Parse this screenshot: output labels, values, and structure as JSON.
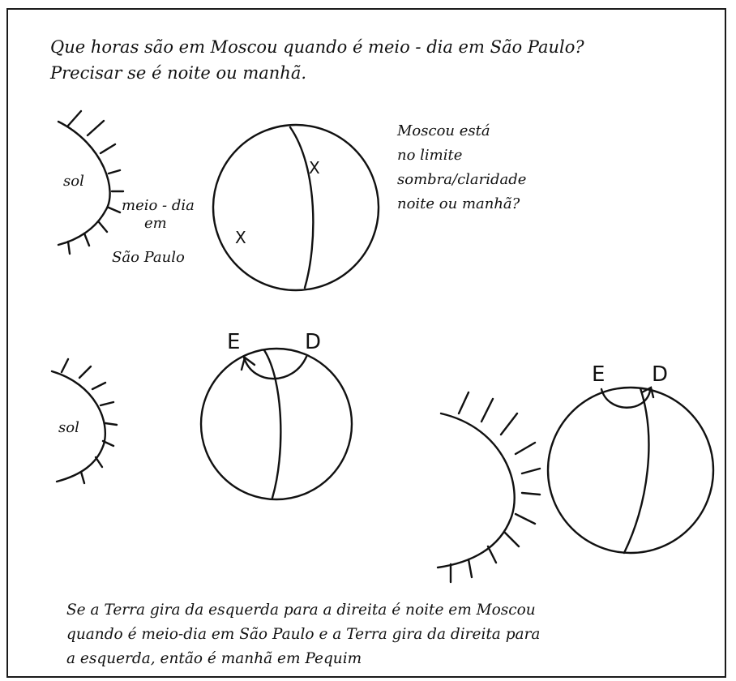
{
  "question": {
    "line1": "Que horas são em Moscou quando é meio - dia em São Paulo?",
    "line2": "Precisar se é noite ou manhã."
  },
  "figure_top": {
    "sun_label": "sol",
    "noon_label_line1": "meio - dia",
    "noon_label_line2": "em",
    "place_label": "São Paulo",
    "marker_moscow": "X",
    "marker_sao_paulo": "X",
    "note_line1": "Moscou está",
    "note_line2": "no limite",
    "note_line3": "sombra/claridade",
    "note_line4": "noite ou manhã?"
  },
  "figure_middle": {
    "sun_label": "sol",
    "left_letter": "E",
    "right_letter": "D"
  },
  "figure_right": {
    "left_letter": "E",
    "right_letter": "D"
  },
  "conclusion": {
    "line1": "Se a Terra gira da esquerda para a direita é noite em Moscou",
    "line2": "quando é meio-dia em São Paulo e a Terra gira da direita para",
    "line3": "a esquerda, então é manhã em Pequim"
  },
  "colors": {
    "ink": "#111111",
    "paper": "#ffffff"
  }
}
